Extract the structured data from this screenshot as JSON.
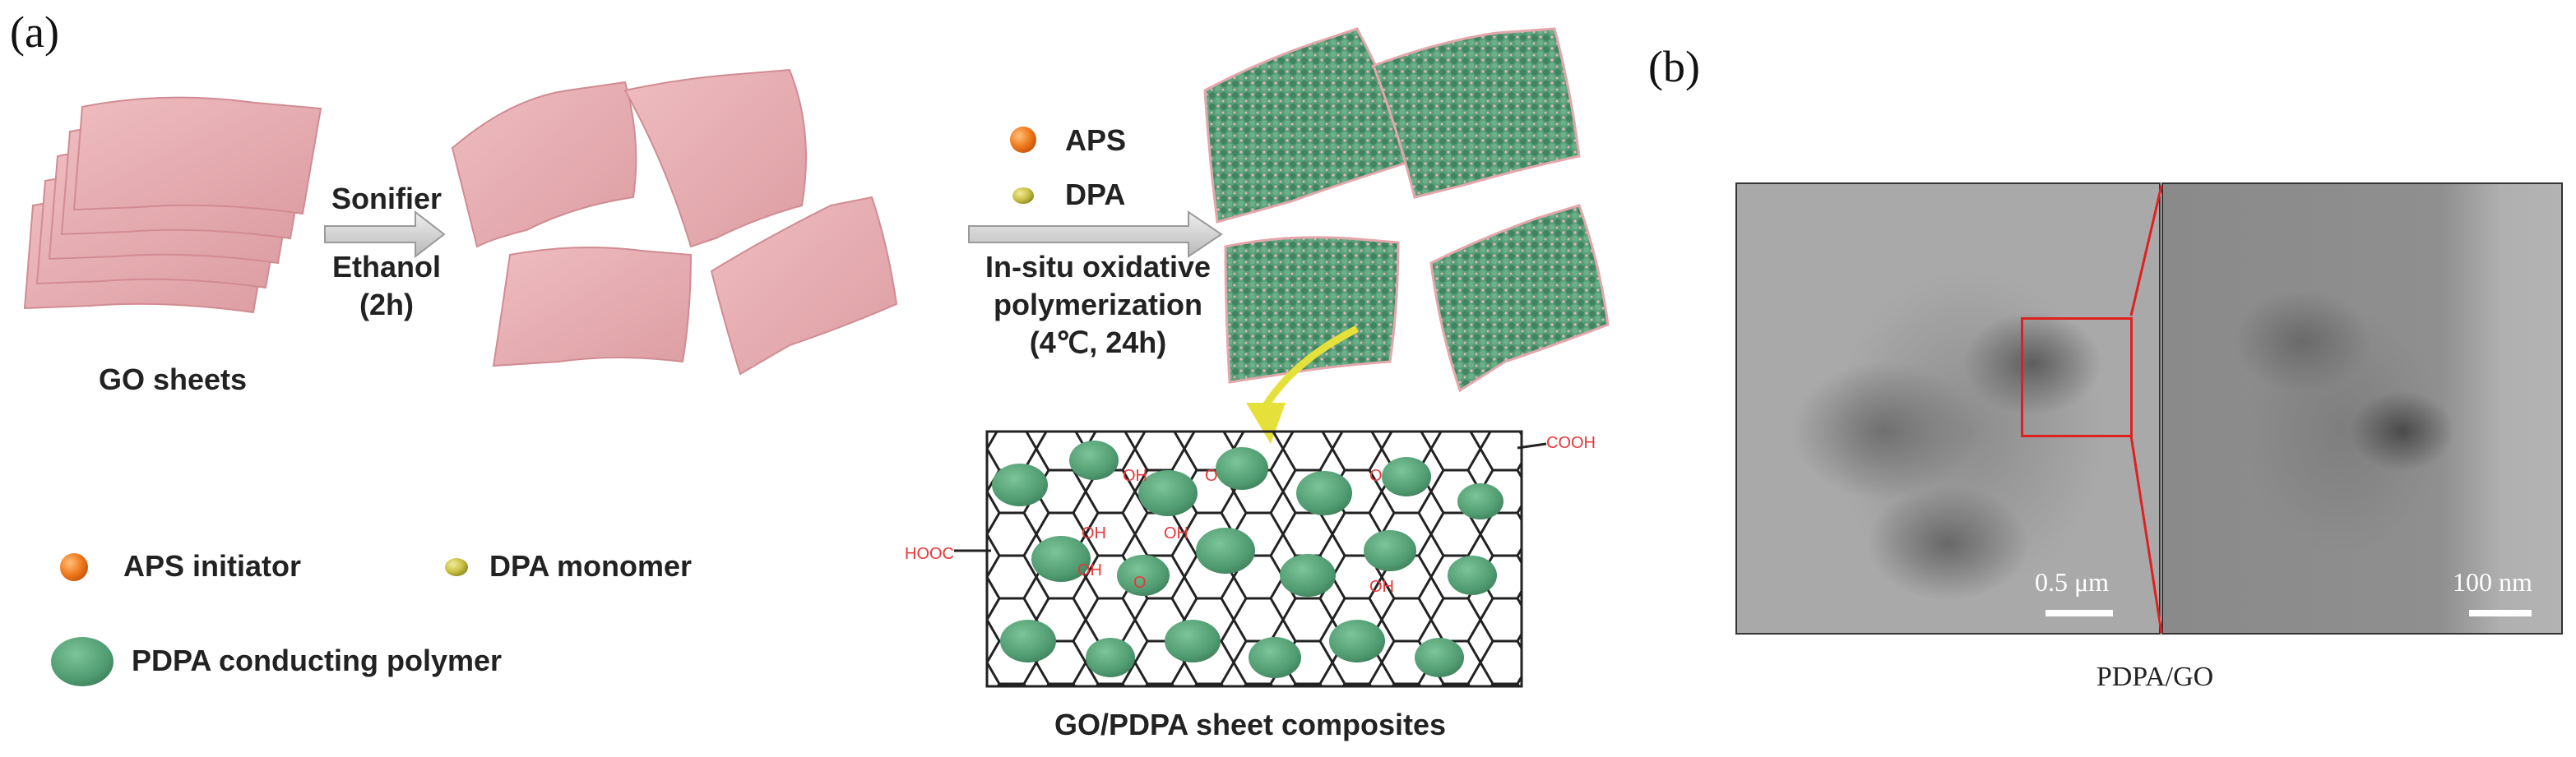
{
  "panel_a": {
    "letter": "(a)",
    "go_sheets_label": "GO sheets",
    "step1": {
      "line1": "Sonifier",
      "line2": "Ethanol",
      "line3": "(2h)"
    },
    "step2": {
      "reagents": [
        {
          "label": "APS",
          "color": "#f07a1e"
        },
        {
          "label": "DPA",
          "color": "#c9c043"
        }
      ],
      "line1": "In-situ oxidative",
      "line2": "polymerization",
      "line3": "(4℃, 24h)"
    },
    "legend": {
      "aps": "APS initiator",
      "dpa": "DPA monomer",
      "pdpa": "PDPA conducting polymer"
    },
    "structure": {
      "cooh_right": "COOH",
      "hooc_left": "HOOC",
      "oh": "OH",
      "o": "O",
      "caption": "GO/PDPA sheet composites"
    },
    "colors": {
      "sheet": "#eab0b4",
      "polymer": "#4f9a70",
      "arrow": "#cfcfcf",
      "chem_red": "#e8383a"
    }
  },
  "panel_b": {
    "letter": "(b)",
    "scale_left": "0.5 μm",
    "scale_right": "100 nm",
    "caption": "PDPA/GO"
  }
}
